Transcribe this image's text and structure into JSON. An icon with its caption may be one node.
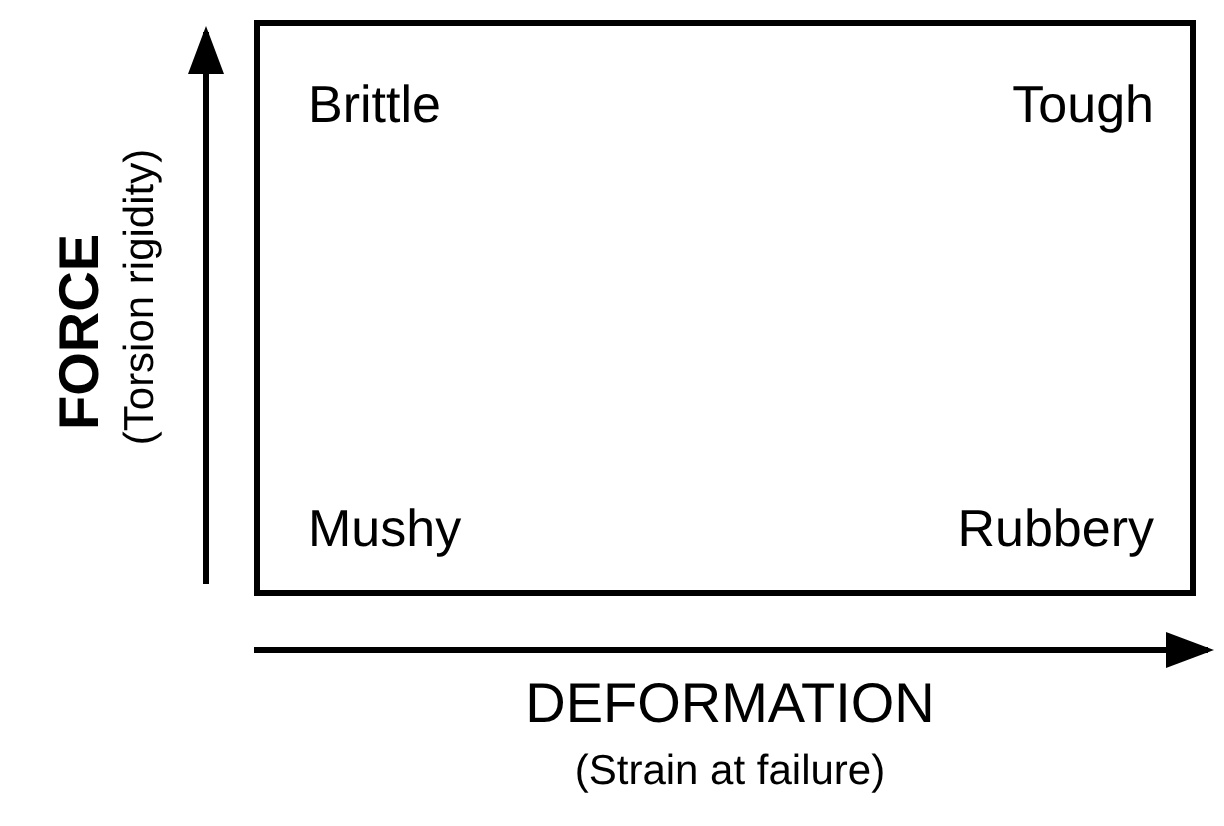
{
  "diagram": {
    "nodes": [
      {
        "text": [
          "Brittle",
          "Tough",
          "Mushy",
          "Rubbery"
        ]
      }
    ],
    "labels": [
      "FORCE",
      "(Torsion rigidity)",
      "DEFORMATION",
      "(Strain at failure)"
    ]
  }
}
